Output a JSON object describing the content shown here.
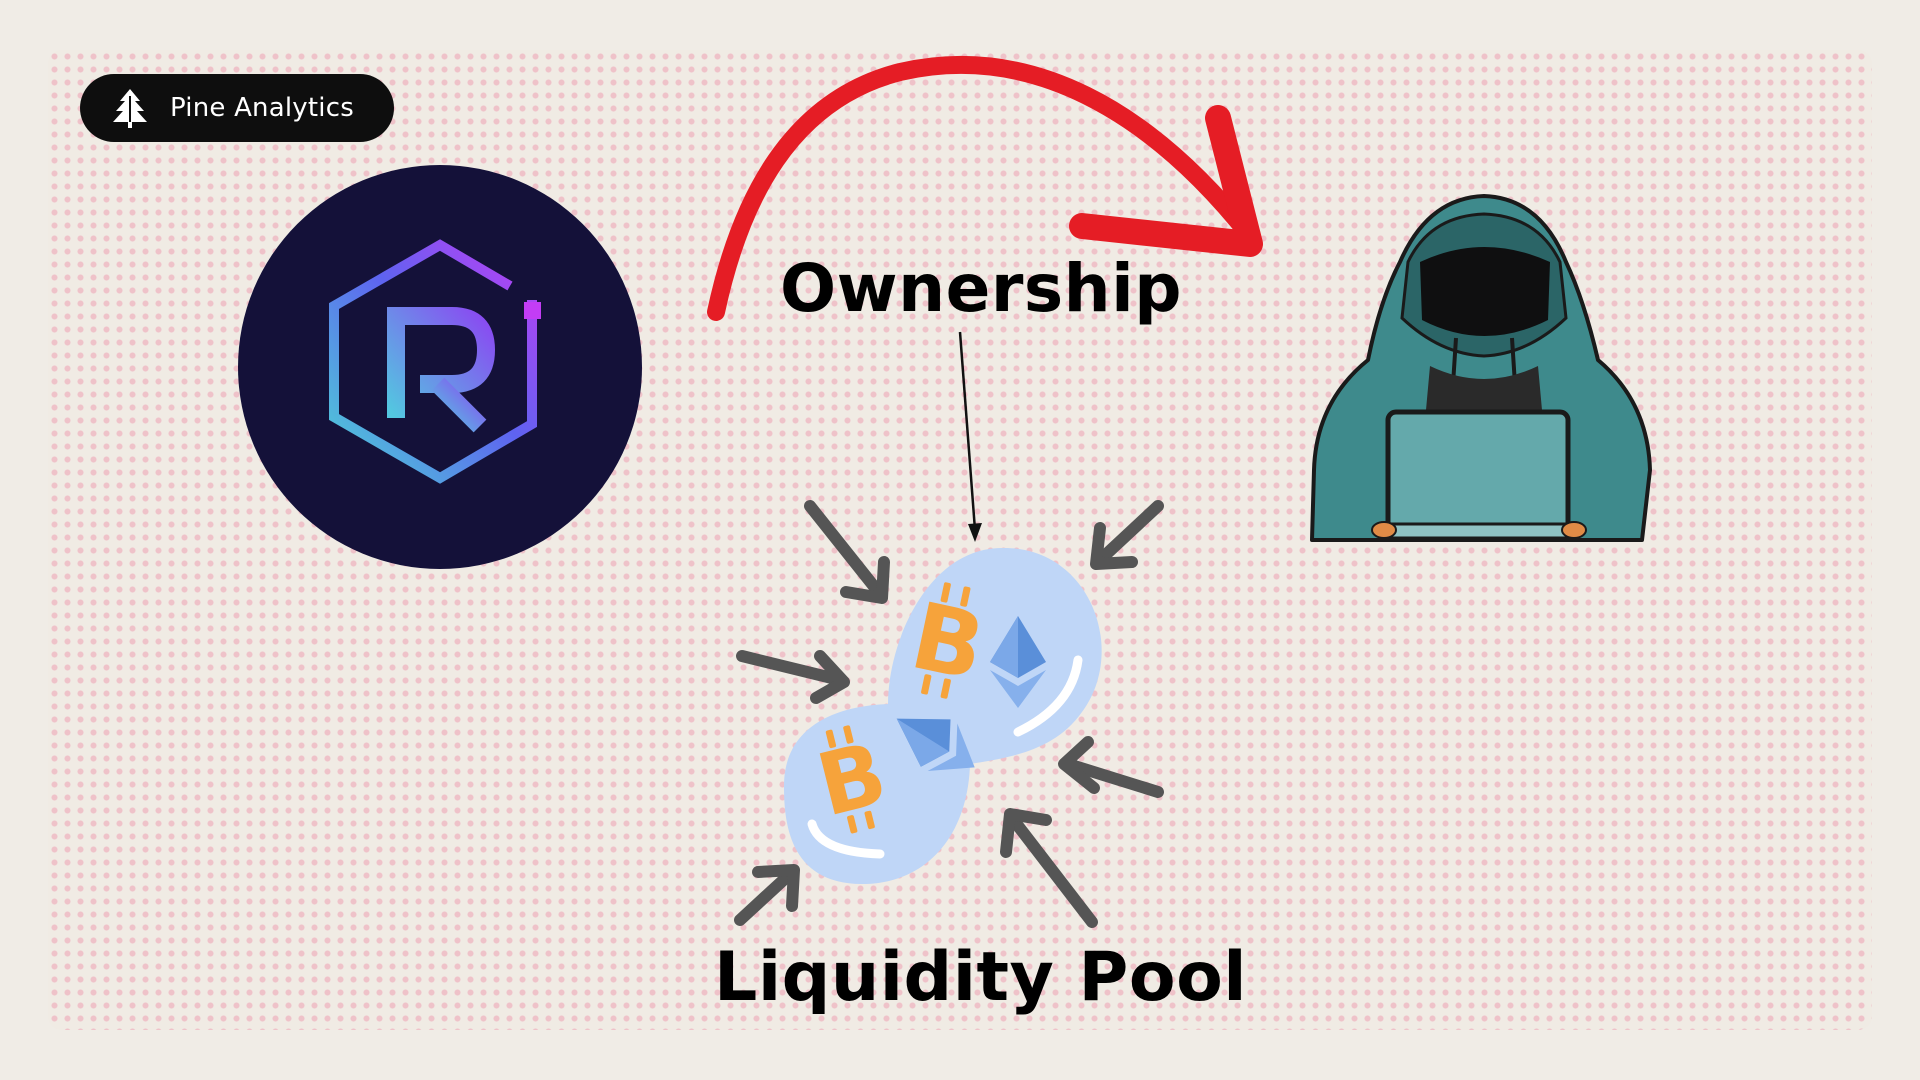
{
  "badge": {
    "brand_name": "Pine Analytics",
    "icon": "pine-tree-icon",
    "background": "#0e0e0e"
  },
  "labels": {
    "ownership": "Ownership",
    "liquidity_pool": "Liquidity Pool"
  },
  "icons": {
    "protocol_logo": "raydium-logo",
    "hacker": "hooded-hacker-icon",
    "pool": "liquidity-pool-icon",
    "bitcoin": "bitcoin-icon",
    "ethereum": "ethereum-icon",
    "ownership_arrow": "curved-arrow-icon"
  },
  "colors": {
    "background": "#f0ece6",
    "dots": "#eea0b2",
    "logo_circle": "#141139",
    "transfer_arrow": "#e51d25",
    "pool_fill": "#bfd6f7",
    "bitcoin": "#f6a33b",
    "ethereum": "#5a8fd9",
    "pressure_arrows": "#555555",
    "hoodie": "#3e8a8c",
    "laptop": "#64a9ab"
  }
}
